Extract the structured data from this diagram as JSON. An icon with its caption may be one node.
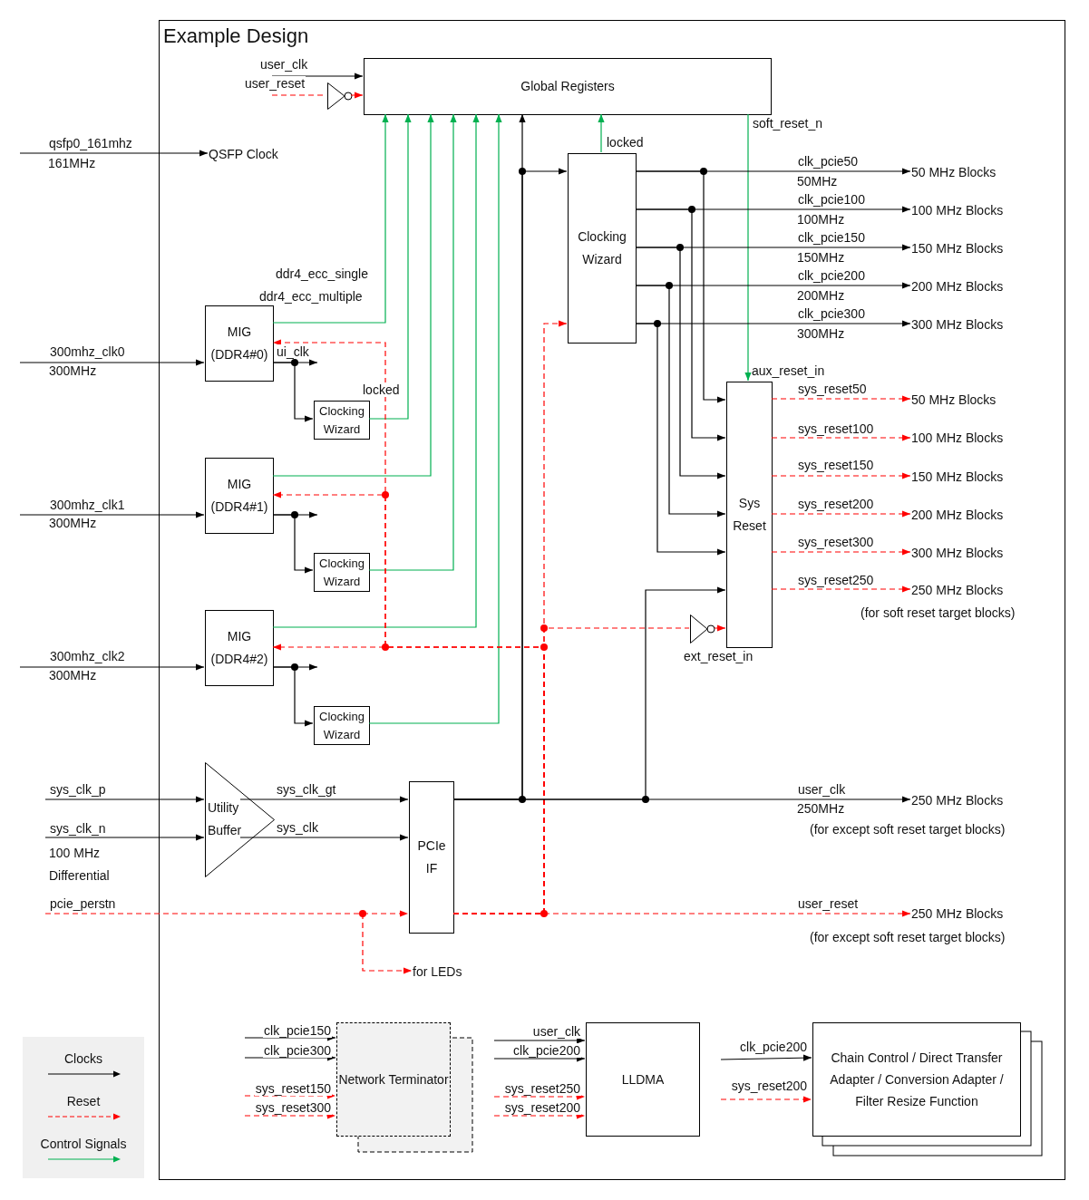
{
  "diagram": {
    "nodes": [
      {
        "text": [
          "Example Design"
        ]
      },
      {
        "text": [
          "Global Registers"
        ],
        "in": 0
      },
      {
        "text": [],
        "shape": "triangle",
        "in": 0
      },
      {
        "text": [
          "QSFP Clock"
        ],
        "in": 0
      },
      {
        "text": [
          "Clocking Wizard"
        ],
        "in": 0
      },
      {
        "text": [
          "50 MHz Blocks"
        ],
        "in": 0
      },
      {
        "text": [
          "100 MHz Blocks"
        ],
        "in": 0
      },
      {
        "text": [
          "150 MHz Blocks"
        ],
        "in": 0
      },
      {
        "text": [
          "200 MHz Blocks"
        ],
        "in": 0
      },
      {
        "text": [
          "300 MHz Blocks"
        ],
        "in": 0
      },
      {
        "text": [
          "MIG (DDR4#0)"
        ],
        "in": 0
      },
      {
        "text": [
          "Clocking Wizard"
        ],
        "in": 0
      },
      {
        "text": [
          "Sys Reset"
        ],
        "in": 0
      },
      {
        "text": [
          "50 MHz Blocks"
        ],
        "in": 0
      },
      {
        "text": [
          "100 MHz Blocks"
        ],
        "in": 0
      },
      {
        "text": [
          "150 MHz Blocks"
        ],
        "in": 0
      },
      {
        "text": [
          "200 MHz Blocks"
        ],
        "in": 0
      },
      {
        "text": [
          "300 MHz Blocks"
        ],
        "in": 0
      },
      {
        "text": [
          "250 MHz Blocks"
        ],
        "beside": [
          "(for soft reset target blocks)"
        ],
        "in": 0
      },
      {
        "text": [
          "MIG (DDR4#1)"
        ],
        "in": 0
      },
      {
        "text": [
          "Clocking Wizard"
        ],
        "in": 0
      },
      {
        "text": [],
        "shape": "triangle",
        "in": 0
      },
      {
        "text": [
          "MIG (DDR4#2)"
        ],
        "in": 0
      },
      {
        "text": [
          "Clocking Wizard"
        ],
        "in": 0
      },
      {
        "text": [
          "Utility Buffer"
        ],
        "in": 0
      },
      {
        "text": [
          "PCIe IF"
        ],
        "in": 0
      },
      {
        "text": [
          "250 MHz Blocks"
        ],
        "beside": [
          "(for except soft reset target blocks)"
        ],
        "in": 0
      },
      {
        "text": [
          "250 MHz Blocks"
        ],
        "beside": [
          "(for except soft reset target blocks)"
        ],
        "in": 0
      },
      {
        "text": [
          "for LEDs"
        ],
        "in": 0
      },
      {
        "text": [
          "Network Terminator"
        ],
        "in": 0
      },
      {
        "text": [
          "LLDMA"
        ],
        "in": 0
      },
      {
        "text": [
          "Chain Control / Direct Transfer Adapter / Conversion Adapter / Filter Resize Function"
        ],
        "in": 0
      }
    ],
    "edges": [
      {
        "from": null,
        "to": 1,
        "arrow": "to",
        "label": "user_clk"
      },
      {
        "from": null,
        "to": 2,
        "arrow": "none",
        "label": "user_reset",
        "style": "dashed",
        "color": "#ff0000"
      },
      {
        "from": 2,
        "to": 1,
        "arrow": "to",
        "style": "dashed",
        "color": "#ff0000"
      },
      {
        "from": null,
        "to": 3,
        "arrow": "to",
        "label": "qsfp0_161mhz"
      },
      {
        "from": 10,
        "to": 1,
        "arrow": "to",
        "label": "ddr4_ecc_single",
        "color": "#00b050"
      },
      {
        "from": 11,
        "to": 1,
        "arrow": "to",
        "label": "locked",
        "color": "#00b050"
      },
      {
        "from": 19,
        "to": 1,
        "arrow": "to",
        "color": "#00b050"
      },
      {
        "from": 20,
        "to": 1,
        "arrow": "to",
        "color": "#00b050"
      },
      {
        "from": 22,
        "to": 1,
        "arrow": "to",
        "color": "#00b050"
      },
      {
        "from": 23,
        "to": 1,
        "arrow": "to",
        "color": "#00b050"
      },
      {
        "from": 25,
        "to": 1,
        "arrow": "to"
      },
      {
        "from": 25,
        "to": 4,
        "arrow": "to"
      },
      {
        "from": 4,
        "to": 1,
        "arrow": "to",
        "label": "locked",
        "color": "#00b050"
      },
      {
        "from": 1,
        "to": 12,
        "arrow": "to",
        "label": "soft_reset_n",
        "color": "#00b050"
      },
      {
        "from": 4,
        "to": 5,
        "arrow": "to",
        "label": "clk_pcie50"
      },
      {
        "from": 4,
        "to": 6,
        "arrow": "to",
        "label": "clk_pcie100"
      },
      {
        "from": 4,
        "to": 7,
        "arrow": "to",
        "label": "clk_pcie150"
      },
      {
        "from": 4,
        "to": 8,
        "arrow": "to",
        "label": "clk_pcie200"
      },
      {
        "from": 4,
        "to": 9,
        "arrow": "to",
        "label": "clk_pcie300"
      },
      {
        "from": 4,
        "to": 12,
        "arrow": "to"
      },
      {
        "from": 4,
        "to": 12,
        "arrow": "to"
      },
      {
        "from": 4,
        "to": 12,
        "arrow": "to"
      },
      {
        "from": 4,
        "to": 12,
        "arrow": "to"
      },
      {
        "from": 4,
        "to": 12,
        "arrow": "to"
      },
      {
        "from": null,
        "to": 10,
        "arrow": "to",
        "label": "300mhz_clk0"
      },
      {
        "from": 10,
        "to": null,
        "arrow": "to",
        "label": "ui_clk"
      },
      {
        "from": 10,
        "to": 11,
        "arrow": "to"
      },
      {
        "from": 12,
        "to": 13,
        "arrow": "to",
        "label": "sys_reset50",
        "style": "dashed",
        "color": "#ff0000"
      },
      {
        "from": 12,
        "to": 14,
        "arrow": "to",
        "label": "sys_reset100",
        "style": "dashed",
        "color": "#ff0000"
      },
      {
        "from": 12,
        "to": 15,
        "arrow": "to",
        "label": "sys_reset150",
        "style": "dashed",
        "color": "#ff0000"
      },
      {
        "from": 12,
        "to": 16,
        "arrow": "to",
        "label": "sys_reset200",
        "style": "dashed",
        "color": "#ff0000"
      },
      {
        "from": 12,
        "to": 17,
        "arrow": "to",
        "label": "sys_reset300",
        "style": "dashed",
        "color": "#ff0000"
      },
      {
        "from": 12,
        "to": 18,
        "arrow": "to",
        "label": "sys_reset250",
        "style": "dashed",
        "color": "#ff0000"
      },
      {
        "from": null,
        "to": 19,
        "arrow": "to",
        "label": "300mhz_clk1"
      },
      {
        "from": 19,
        "to": null,
        "arrow": "to"
      },
      {
        "from": 19,
        "to": 20,
        "arrow": "to"
      },
      {
        "from": null,
        "to": 22,
        "arrow": "to",
        "label": "300mhz_clk2"
      },
      {
        "from": 22,
        "to": null,
        "arrow": "to"
      },
      {
        "from": 22,
        "to": 23,
        "arrow": "to"
      },
      {
        "from": 25,
        "to": 10,
        "arrow": "to",
        "style": "dashed",
        "color": "#ff0000"
      },
      {
        "from": 25,
        "to": 19,
        "arrow": "to",
        "style": "dashed",
        "color": "#ff0000"
      },
      {
        "from": 25,
        "to": 22,
        "arrow": "to",
        "style": "dashed",
        "color": "#ff0000"
      },
      {
        "from": 25,
        "to": 4,
        "arrow": "to",
        "style": "dashed",
        "color": "#ff0000"
      },
      {
        "from": 25,
        "to": 21,
        "arrow": "none",
        "style": "dashed",
        "color": "#ff0000"
      },
      {
        "from": 21,
        "to": 12,
        "arrow": "to",
        "style": "dashed",
        "color": "#ff0000"
      },
      {
        "from": 25,
        "to": 12,
        "arrow": "to"
      },
      {
        "from": null,
        "to": 24,
        "arrow": "to",
        "label": "sys_clk_p"
      },
      {
        "from": null,
        "to": 24,
        "arrow": "to",
        "label": "sys_clk_n"
      },
      {
        "from": 24,
        "to": 25,
        "arrow": "to",
        "label": "sys_clk_gt"
      },
      {
        "from": 24,
        "to": 25,
        "arrow": "to",
        "label": "sys_clk"
      },
      {
        "from": 25,
        "to": 26,
        "arrow": "to",
        "label": "user_clk"
      },
      {
        "from": null,
        "to": 25,
        "arrow": "to",
        "label": "pcie_perstn",
        "style": "dashed",
        "color": "#ff0000"
      },
      {
        "from": null,
        "to": 28,
        "arrow": "to",
        "style": "dashed",
        "color": "#ff0000"
      },
      {
        "from": 25,
        "to": 27,
        "arrow": "to",
        "label": "user_reset",
        "style": "dashed",
        "color": "#ff0000"
      },
      {
        "from": null,
        "to": 29,
        "arrow": "to",
        "label": "clk_pcie150"
      },
      {
        "from": null,
        "to": 29,
        "arrow": "to",
        "label": "clk_pcie300"
      },
      {
        "from": null,
        "to": 29,
        "arrow": "to",
        "label": "sys_reset150",
        "style": "dashed",
        "color": "#ff0000"
      },
      {
        "from": null,
        "to": 29,
        "arrow": "to",
        "label": "sys_reset300",
        "style": "dashed",
        "color": "#ff0000"
      },
      {
        "from": null,
        "to": 30,
        "arrow": "to",
        "label": "user_clk"
      },
      {
        "from": null,
        "to": 30,
        "arrow": "to",
        "label": "clk_pcie200"
      },
      {
        "from": null,
        "to": 30,
        "arrow": "to",
        "label": "sys_reset250",
        "style": "dashed",
        "color": "#ff0000"
      },
      {
        "from": null,
        "to": 30,
        "arrow": "to",
        "label": "sys_reset200",
        "style": "dashed",
        "color": "#ff0000"
      },
      {
        "from": null,
        "to": 31,
        "arrow": "to",
        "label": "clk_pcie200"
      },
      {
        "from": null,
        "to": 31,
        "arrow": "to",
        "label": "sys_reset200",
        "style": "dashed",
        "color": "#ff0000"
      }
    ],
    "labels": [
      "161MHz",
      "ddr4_ecc_multiple",
      "50MHz",
      "100MHz",
      "150MHz",
      "200MHz",
      "300MHz",
      "300MHz",
      "aux_reset_in",
      "300MHz",
      "ext_reset_in",
      "300MHz",
      "250MHz",
      "100 MHz Differential"
    ],
    "legend": [
      {
        "text": "Clocks"
      },
      {
        "text": "Reset"
      },
      {
        "text": "Control Signals"
      }
    ]
  }
}
